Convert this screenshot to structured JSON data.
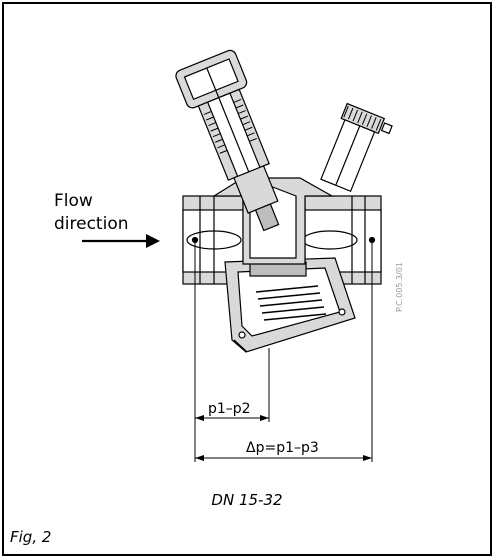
{
  "flow_label": {
    "line1": "Flow",
    "line2": "direction"
  },
  "dimensions": {
    "pressure_drop_short": "p1–p2",
    "pressure_drop_total": "Δp=p1–p3"
  },
  "caption": "DN 15-32",
  "figure_label": "Fig, 2",
  "drawing_code": "P.C.005.3/01",
  "colors": {
    "line": "#000000",
    "body_fill": "#d9d9d9",
    "background": "#ffffff"
  }
}
